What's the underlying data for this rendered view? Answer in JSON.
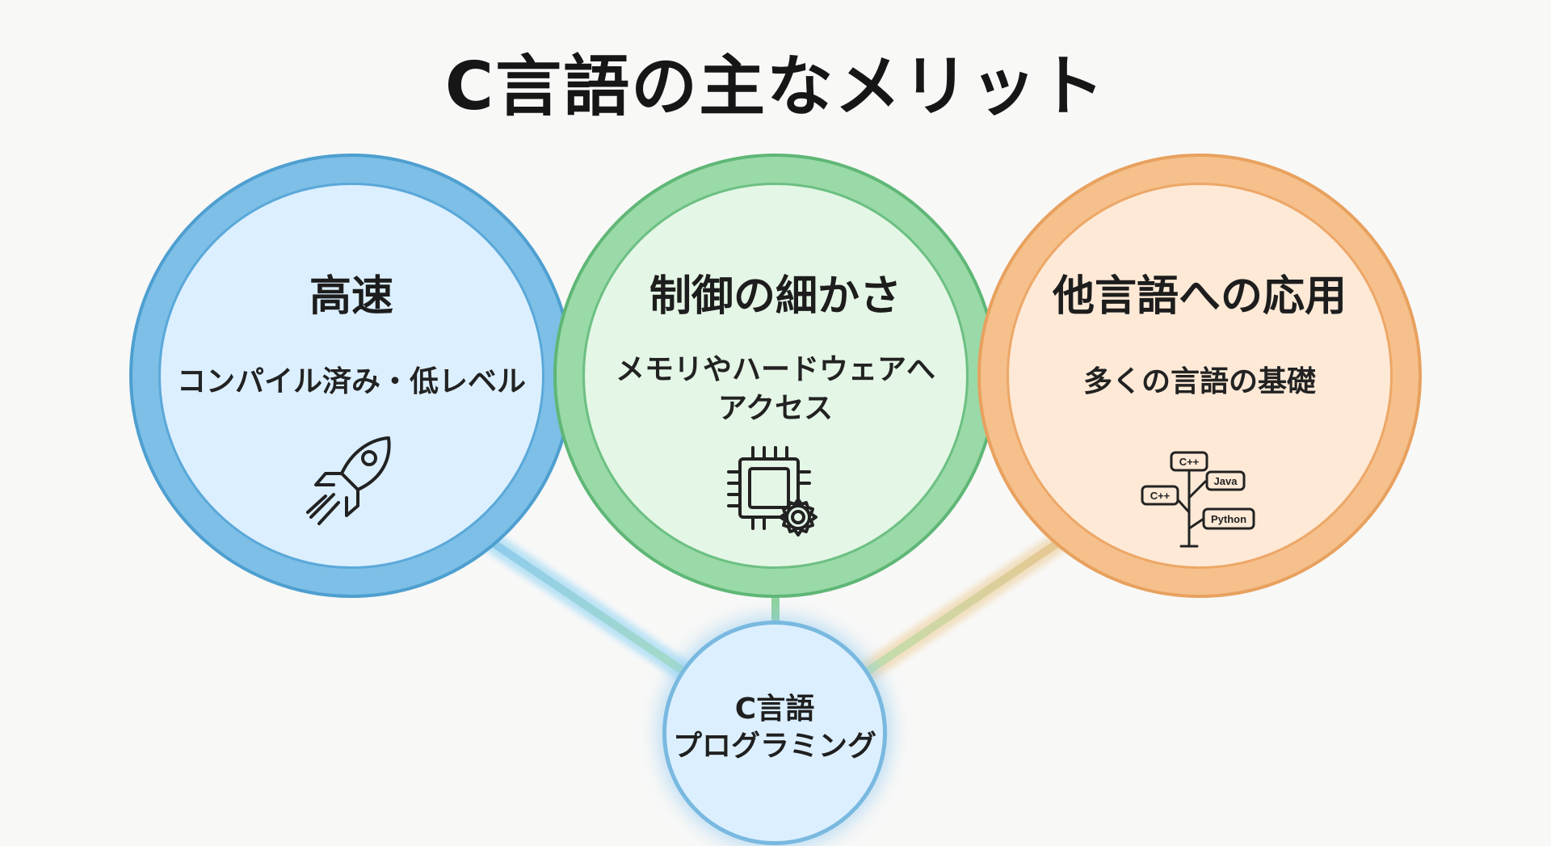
{
  "title": "C言語の主なメリット",
  "benefits": [
    {
      "title": "高速",
      "description_lines": [
        "コンパイル済み・低レベル"
      ],
      "icon": "rocket-icon",
      "color": "#7dbfe6"
    },
    {
      "title": "制御の細かさ",
      "description_lines": [
        "メモリやハードウェアへ",
        "アクセス"
      ],
      "icon": "chip-gear-icon",
      "color": "#9ad9a8"
    },
    {
      "title": "他言語への応用",
      "description_lines": [
        "多くの言語の基礎"
      ],
      "icon": "language-tree-icon",
      "color": "#f5c08c",
      "tree_labels": [
        "C++",
        "Java",
        "C++",
        "Python"
      ]
    }
  ],
  "hub": {
    "lines": [
      "C言語",
      "プログラミング"
    ],
    "color": "#dcefff"
  }
}
